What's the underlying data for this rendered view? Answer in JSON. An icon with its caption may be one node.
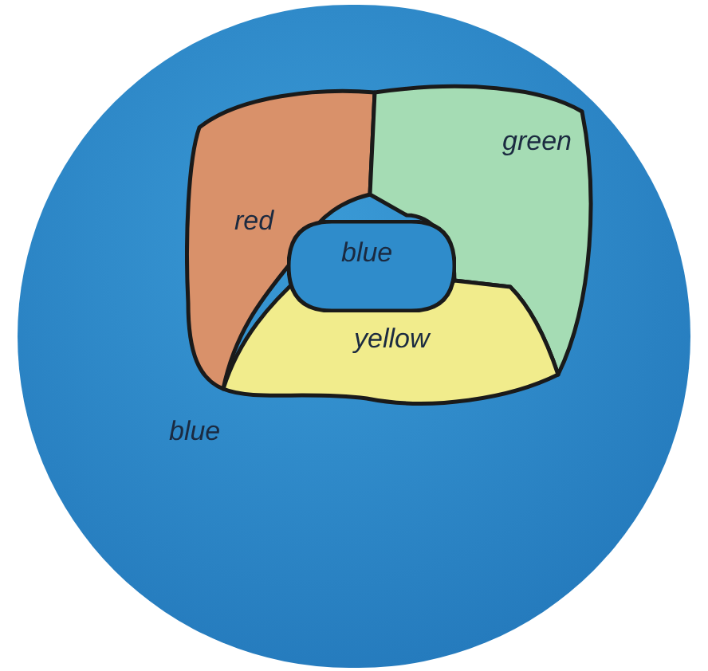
{
  "diagram": {
    "nodes": [
      {
        "text": [
          "blue"
        ]
      },
      {
        "text": [
          "red"
        ],
        "in": 0
      },
      {
        "text": [
          "green"
        ],
        "in": 0
      },
      {
        "text": [
          "yellow"
        ],
        "in": 0
      },
      {
        "text": [
          "blue"
        ],
        "in": 0
      }
    ]
  }
}
